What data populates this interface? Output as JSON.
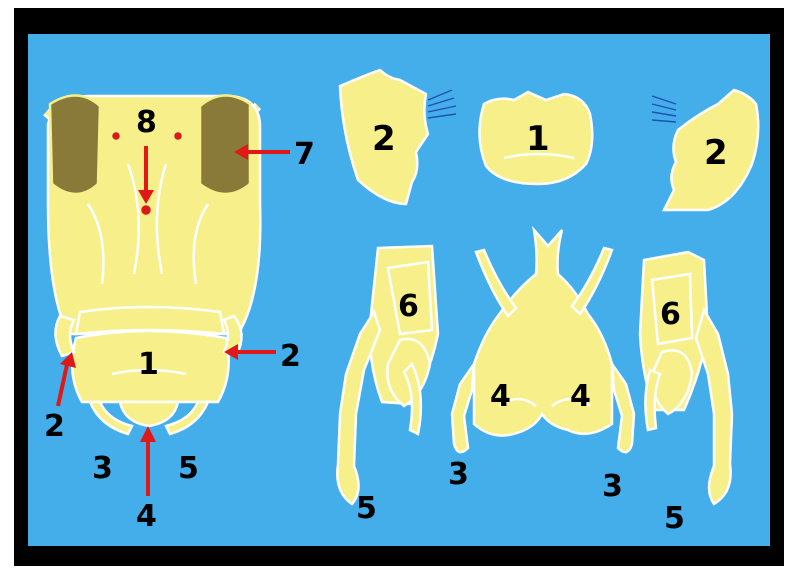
{
  "colors": {
    "frame": "#000000",
    "background": "#44aeea",
    "part_fill": "#f7f08a",
    "part_outline": "#ffffff",
    "eye_fill": "#8a7a3a",
    "arrow": "#e01818",
    "label": "#000000"
  },
  "labels": {
    "head_top": "8",
    "head_compound_eye": "7",
    "head_gena_right": "2",
    "head_gena_left": "2",
    "head_clypeus": "1",
    "head_labrum": "4",
    "head_mandible_left": "3",
    "head_palp_right": "5",
    "gena_left_part": "2",
    "clypeus_part": "1",
    "gena_right_part": "2",
    "maxilla_left_cardo": "6",
    "maxilla_left_palp": "5",
    "labium_left": "4",
    "labium_right": "4",
    "labium_palp_left": "3",
    "labium_palp_right": "3",
    "maxilla_right_cardo": "6",
    "maxilla_right_palp": "5"
  }
}
